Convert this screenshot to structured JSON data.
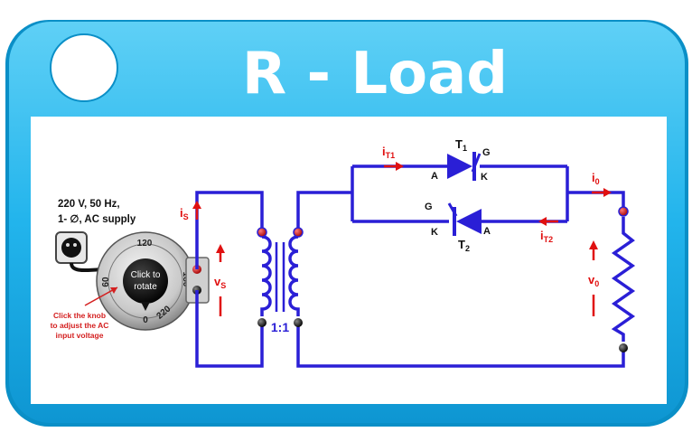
{
  "header": {
    "title": "R - Load"
  },
  "supply": {
    "line1": "220 V, 50 Hz,",
    "line2": "1- ∅, AC supply"
  },
  "knob": {
    "center_line1": "Click to",
    "center_line2": "rotate",
    "ticks": [
      "0",
      "60",
      "120",
      "180",
      "220"
    ],
    "hint_line1": "Click the knob",
    "hint_line2": "to adjust the AC",
    "hint_line3": "input voltage"
  },
  "circuit": {
    "i_s": "i",
    "i_s_sub": "S",
    "v_s": "v",
    "v_s_sub": "S",
    "ratio": "1:1",
    "t1": "T",
    "t1_sub": "1",
    "t2": "T",
    "t2_sub": "2",
    "gate": "G",
    "anode": "A",
    "cathode": "K",
    "i_t1": "i",
    "i_t1_sub": "T1",
    "i_t2": "i",
    "i_t2_sub": "T2",
    "i_0": "i",
    "i_0_sub": "0",
    "v_0": "v",
    "v_0_sub": "0"
  },
  "colors": {
    "frame": "#1fb3ea",
    "frame_dark": "#0a8fc7",
    "wire": "#2a1fd6",
    "arrow": "#e01010",
    "terminal_red": "#d42020"
  }
}
